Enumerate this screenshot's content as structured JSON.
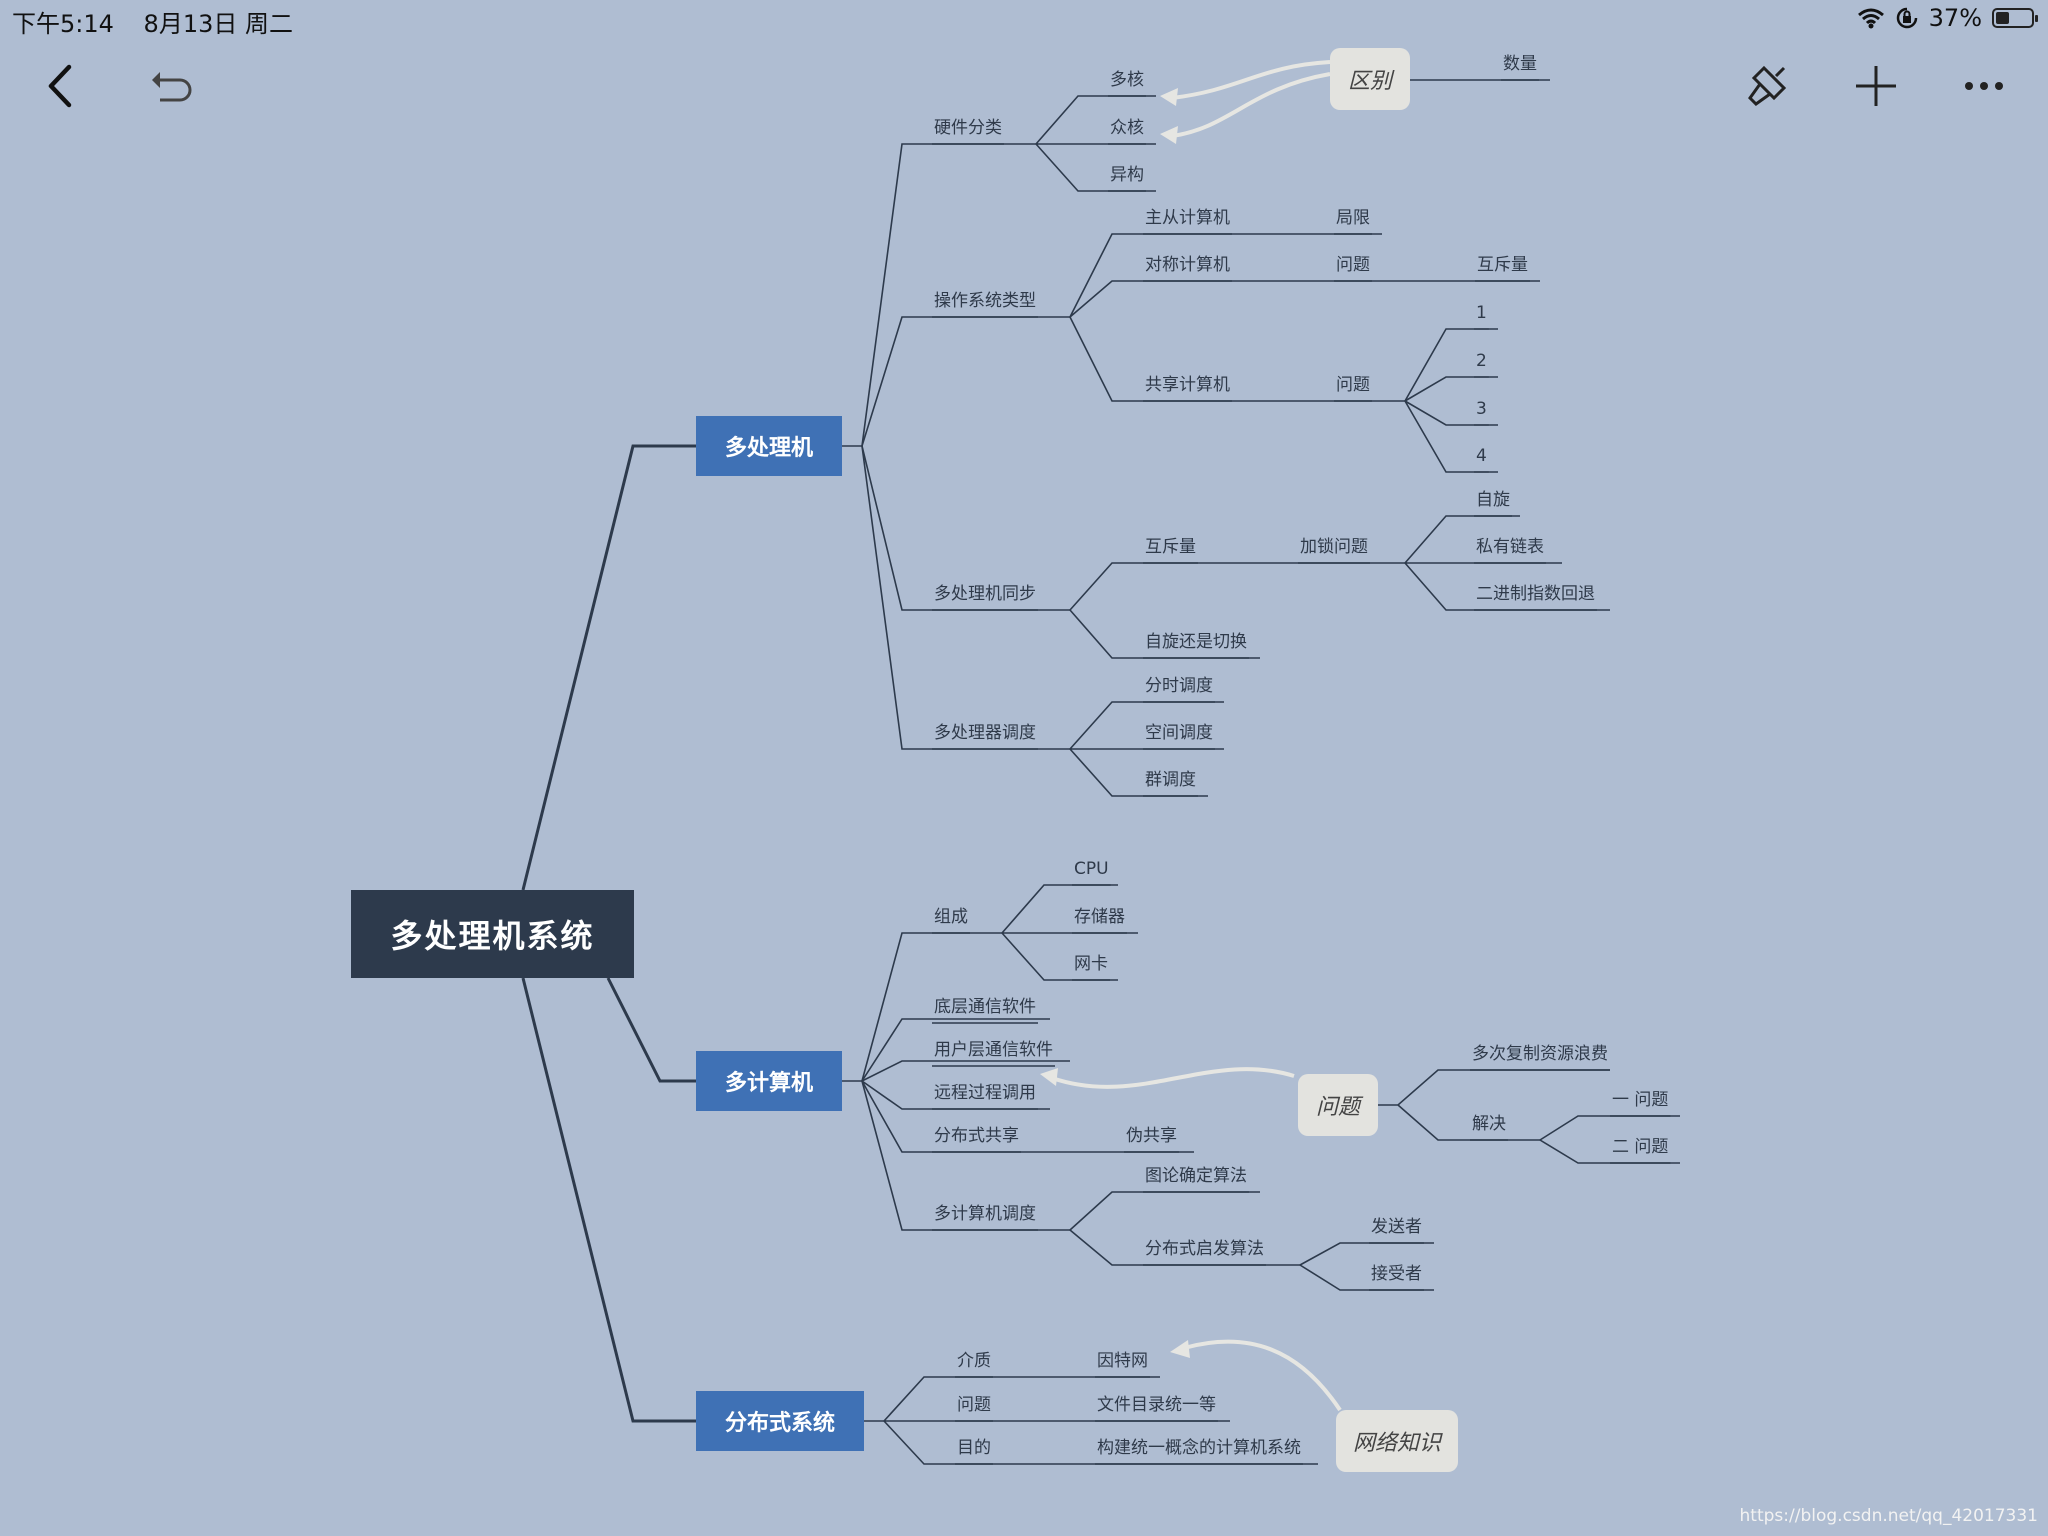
{
  "status": {
    "time": "下午5:14",
    "date": "8月13日 周二",
    "battery": "37%",
    "battery_fraction": 0.37
  },
  "toolbar": {
    "back_icon": "chevron-left-icon",
    "undo_icon": "undo-icon",
    "format_icon": "paint-brush-icon",
    "add_icon": "plus-icon",
    "more_icon": "ellipsis-icon"
  },
  "mindmap": {
    "root": "多处理机系统",
    "b1": {
      "title": "多处理机",
      "hw": "硬件分类",
      "hw_multi": "多核",
      "hw_many": "众核",
      "hw_hetero": "异构",
      "os": "操作系统类型",
      "os_ms": "主从计算机",
      "os_ms_c": "局限",
      "os_sym": "对称计算机",
      "os_sym_c": "问题",
      "os_sym_cc": "互斥量",
      "os_shared": "共享计算机",
      "os_shared_c": "问题",
      "n1": "1",
      "n2": "2",
      "n3": "3",
      "n4": "4",
      "sync": "多处理机同步",
      "sync_mutex": "互斥量",
      "sync_lock": "加锁问题",
      "sync_spin": "自旋",
      "sync_list": "私有链表",
      "sync_backoff": "二进制指数回退",
      "sync_switch": "自旋还是切换",
      "sched": "多处理器调度",
      "sched_ts": "分时调度",
      "sched_space": "空间调度",
      "sched_gang": "群调度"
    },
    "b2": {
      "title": "多计算机",
      "comp": "组成",
      "comp_cpu": "CPU",
      "comp_mem": "存储器",
      "comp_nic": "网卡",
      "low": "底层通信软件",
      "user": "用户层通信软件",
      "rpc": "远程过程调用",
      "dsm": "分布式共享",
      "dsm_c": "伪共享",
      "sched": "多计算机调度",
      "sched_graph": "图论确定算法",
      "sched_heur": "分布式启发算法",
      "sched_sender": "发送者",
      "sched_receiver": "接受者"
    },
    "b3": {
      "title": "分布式系统",
      "medium": "介质",
      "medium_c": "因特网",
      "problem": "问题",
      "problem_c": "文件目录统一等",
      "goal": "目的",
      "goal_c": "构建统一概念的计算机系统"
    },
    "callouts": {
      "diff": "区别",
      "diff_c": "数量",
      "issue": "问题",
      "issue_a": "多次复制资源浪费",
      "issue_b": "解决",
      "issue_b1": "一 问题",
      "issue_b2": "二 问题",
      "net": "网络知识"
    }
  },
  "watermark": "https://blog.csdn.net/qq_42017331"
}
